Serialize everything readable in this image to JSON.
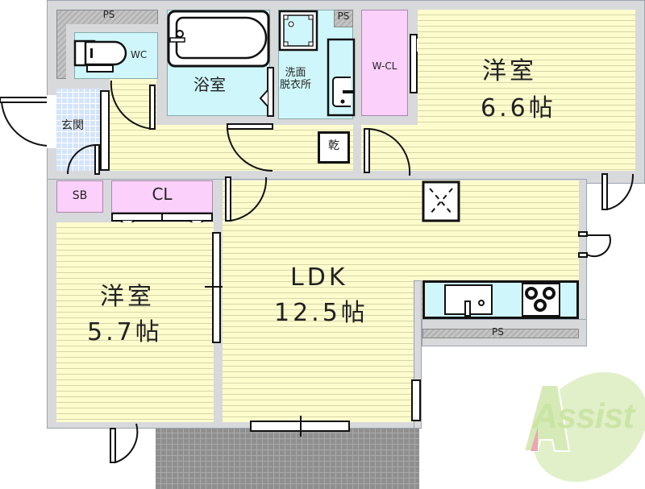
{
  "floor_plan": {
    "rooms": {
      "western_room_1": {
        "name": "洋室",
        "size": "6.6帖"
      },
      "western_room_2": {
        "name": "洋室",
        "size": "5.7帖"
      },
      "ldk": {
        "name": "LDK",
        "size": "12.5帖"
      },
      "bathroom": {
        "name": "浴室"
      },
      "washroom": {
        "line1": "洗面",
        "line2": "脱衣所"
      },
      "entrance": {
        "name": "玄関"
      },
      "toilet": {
        "name": "WC"
      },
      "walk_in_closet": {
        "name": "W-CL"
      },
      "closet": {
        "name": "CL"
      },
      "shoe_box": {
        "name": "SB"
      },
      "dryer": {
        "name": "乾"
      }
    },
    "pipe_spaces": {
      "top_left": "PS",
      "top_wash": "PS",
      "kitchen": "PS"
    },
    "colors": {
      "floor": "#fdfccd",
      "wet_area": "#cff7fb",
      "storage": "#fbd0fb",
      "wall": "#d8d9db",
      "entrance_tile": "#d4e4fb",
      "balcony": "#8f8f8f"
    }
  },
  "watermark": {
    "text": "Assist",
    "color": "#d4e8b0"
  }
}
